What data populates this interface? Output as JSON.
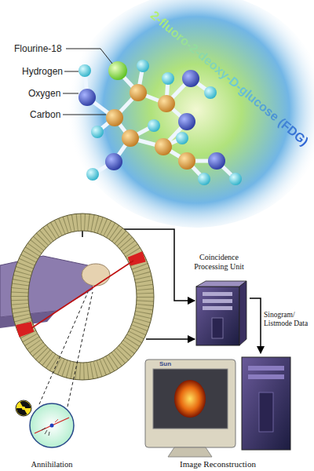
{
  "diagram": {
    "title": "2-fluoro-2-deoxy-D-glucose (FDG)",
    "nodes": [
      {
        "text": [
          "Coincidence Processing Unit"
        ]
      },
      {
        "text": [
          "Annihilation"
        ]
      },
      {
        "text": [
          "Image Reconstruction"
        ]
      }
    ],
    "edges": [
      {
        "from": 0,
        "to": 2,
        "label": "Sinogram/ Listmode Data",
        "arrow": "to"
      }
    ],
    "labels": [
      "Flourine-18",
      "Hydrogen",
      "Oxygen",
      "Carbon",
      "Sun"
    ]
  }
}
